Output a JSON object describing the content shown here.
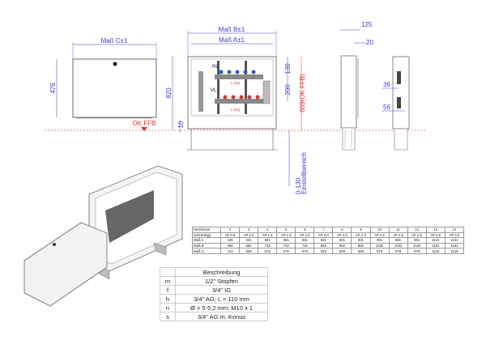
{
  "front_view": {
    "dim_c": "Maß C±1",
    "dim_476": "476",
    "dim_820": "820",
    "dim_10": "10",
    "ok_ffb": "OK FFB",
    "dim_b": "Maß B±1",
    "dim_a": "Maß A±1",
    "dim_130": "130",
    "dim_200": "200",
    "dim_609": "609(OK FFB)",
    "label_rl": "RL",
    "label_vl": "VL",
    "label_s": "s (3x)",
    "adjust_range": "0-130",
    "adjust_label": "Einstellbereich"
  },
  "side_view": {
    "dim_125": "125",
    "dim_20": "20",
    "dim_36": "36",
    "dim_56": "56"
  },
  "dimension_table": {
    "rows": [
      {
        "label": "Heizkreise",
        "values": [
          "2",
          "3",
          "4",
          "5",
          "6",
          "7",
          "8",
          "9",
          "10",
          "11",
          "12",
          "13",
          "14"
        ]
      },
      {
        "label": "Schranktyp",
        "values": [
          "AP 0.5",
          "AP 1.0",
          "AP 1.5",
          "AP 1.5",
          "AP 1.5",
          "AP 2.0",
          "AP 2.0",
          "AP 2.0",
          "AP 2.5",
          "AP 2.5",
          "AP 2.5",
          "AP 3.0",
          "AP 3.0"
        ]
      },
      {
        "label": "Maß A",
        "values": [
          "446",
          "531",
          "681",
          "681",
          "681",
          "831",
          "831",
          "831",
          "981",
          "981",
          "981",
          "1131",
          "1131"
        ]
      },
      {
        "label": "Maß B",
        "values": [
          "496",
          "582",
          "732",
          "732",
          "732",
          "882",
          "882",
          "882",
          "1032",
          "1032",
          "1032",
          "1182",
          "1182"
        ]
      },
      {
        "label": "Maß C",
        "values": [
          "443",
          "528",
          "678",
          "678",
          "678",
          "828",
          "828",
          "828",
          "978",
          "978",
          "978",
          "1128",
          "1128"
        ]
      }
    ]
  },
  "description_table": {
    "header": "Beschreibung",
    "rows": [
      {
        "key": "m",
        "text": "1/2\" Stopfen"
      },
      {
        "key": "f",
        "text": "3/4\" IG"
      },
      {
        "key": "h",
        "text": "3/4\" AG; L = 110 mm"
      },
      {
        "key": "n",
        "text": "Ø = 5-5,2 mm; M10 x 1"
      },
      {
        "key": "s",
        "text": "3/4\" AG m. Konus"
      }
    ]
  },
  "colors": {
    "dimension": "#3b3bd0",
    "reference": "#e03030"
  }
}
